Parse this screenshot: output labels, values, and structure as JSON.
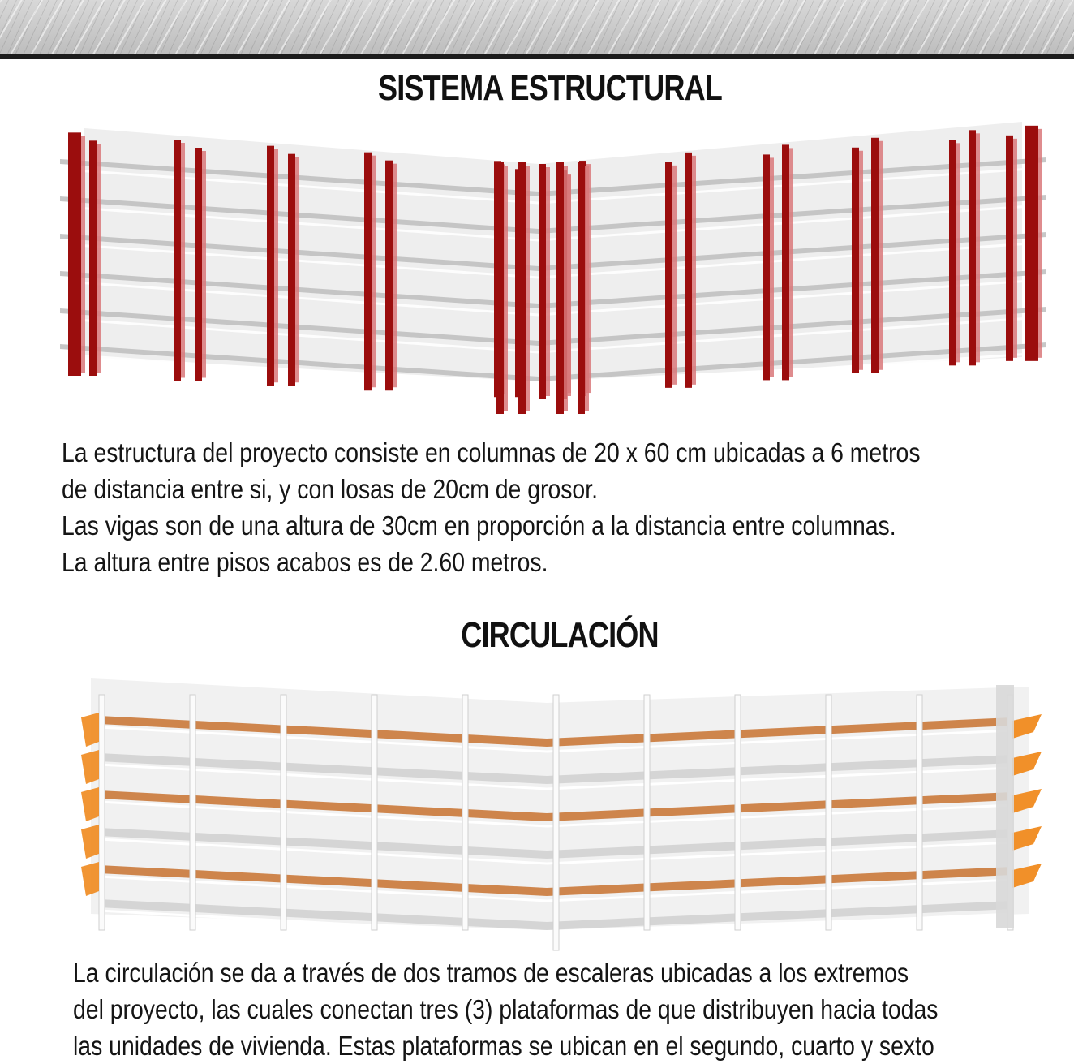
{
  "header": {},
  "section_structure": {
    "title": "SISTEMA ESTRUCTURAL",
    "lines": [
      "La estructura del proyecto consiste en columnas de 20 x 60 cm ubicadas a 6 metros",
      "de distancia entre si, y con losas de 20cm de grosor.",
      "Las vigas son de una altura de 30cm en proporción a la distancia entre columnas.",
      "La altura entre pisos acabos es de 2.60 metros."
    ]
  },
  "section_circulation": {
    "title": "CIRCULACIÓN",
    "lines": [
      "La circulación se da a través de dos tramos de escaleras ubicadas a los extremos",
      "del proyecto, las cuales conectan tres (3) plataformas de que distribuyen hacia todas",
      "las unidades de vivienda. Estas plataformas se ubican en el segundo, cuarto y sexto"
    ]
  },
  "colors": {
    "structure_columns": "#9b0d0d",
    "structure_columns_light": "#d9787a",
    "slabs": "#bdbdbd",
    "circulation_platforms": "#c8722f",
    "stairs": "#f08a1e"
  }
}
